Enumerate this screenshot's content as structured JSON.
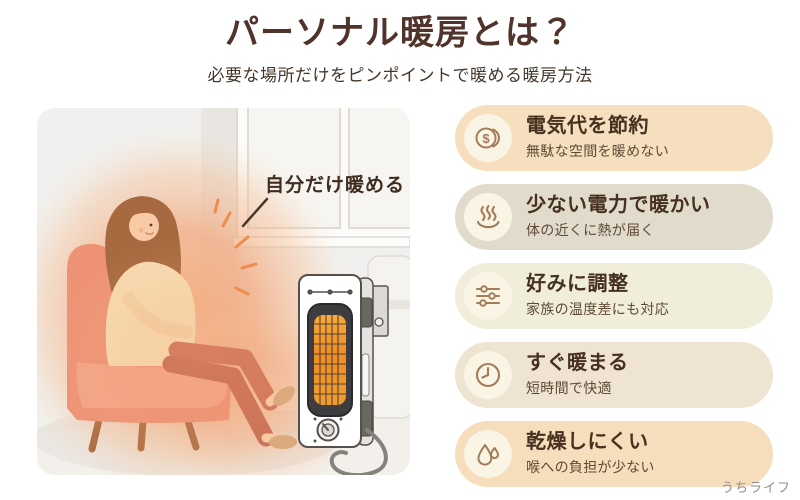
{
  "header": {
    "title": "パーソナル暖房とは？",
    "subtitle": "必要な場所だけをピンポイントで暖める暖房方法"
  },
  "illustration": {
    "callout": "自分だけ暖める",
    "scene": "armchair-woman-warmed-by-personal-heater"
  },
  "benefits": [
    {
      "icon": "coin-icon",
      "title": "電気代を節約",
      "subtitle": "無駄な空間を暖めない",
      "bg": "#f6dfbe"
    },
    {
      "icon": "steam-icon",
      "title": "少ない電力で暖かい",
      "subtitle": "体の近くに熱が届く",
      "bg": "#e1dbcc"
    },
    {
      "icon": "sliders-icon",
      "title": "好みに調整",
      "subtitle": "家族の温度差にも対応",
      "bg": "#f0edda"
    },
    {
      "icon": "clock-icon",
      "title": "すぐ暖まる",
      "subtitle": "短時間で快適",
      "bg": "#efe3d2"
    },
    {
      "icon": "drops-icon",
      "title": "乾燥しにくい",
      "subtitle": "喉への負担が少ない",
      "bg": "#f6ddbb"
    }
  ],
  "footer": {
    "watermark": "うちライフ"
  },
  "colors": {
    "title": "#50332a",
    "subtitle": "#453729",
    "card_title": "#46301f",
    "card_subtitle": "#5e4a37",
    "icon": "#a37c5a",
    "icon_bg": "#faf4e5",
    "watermark": "#8f8f8f",
    "page_bg": "#ffffff",
    "callout": "#3e2d20",
    "glow": "#f2a478",
    "heater_element": "#f0922c"
  }
}
